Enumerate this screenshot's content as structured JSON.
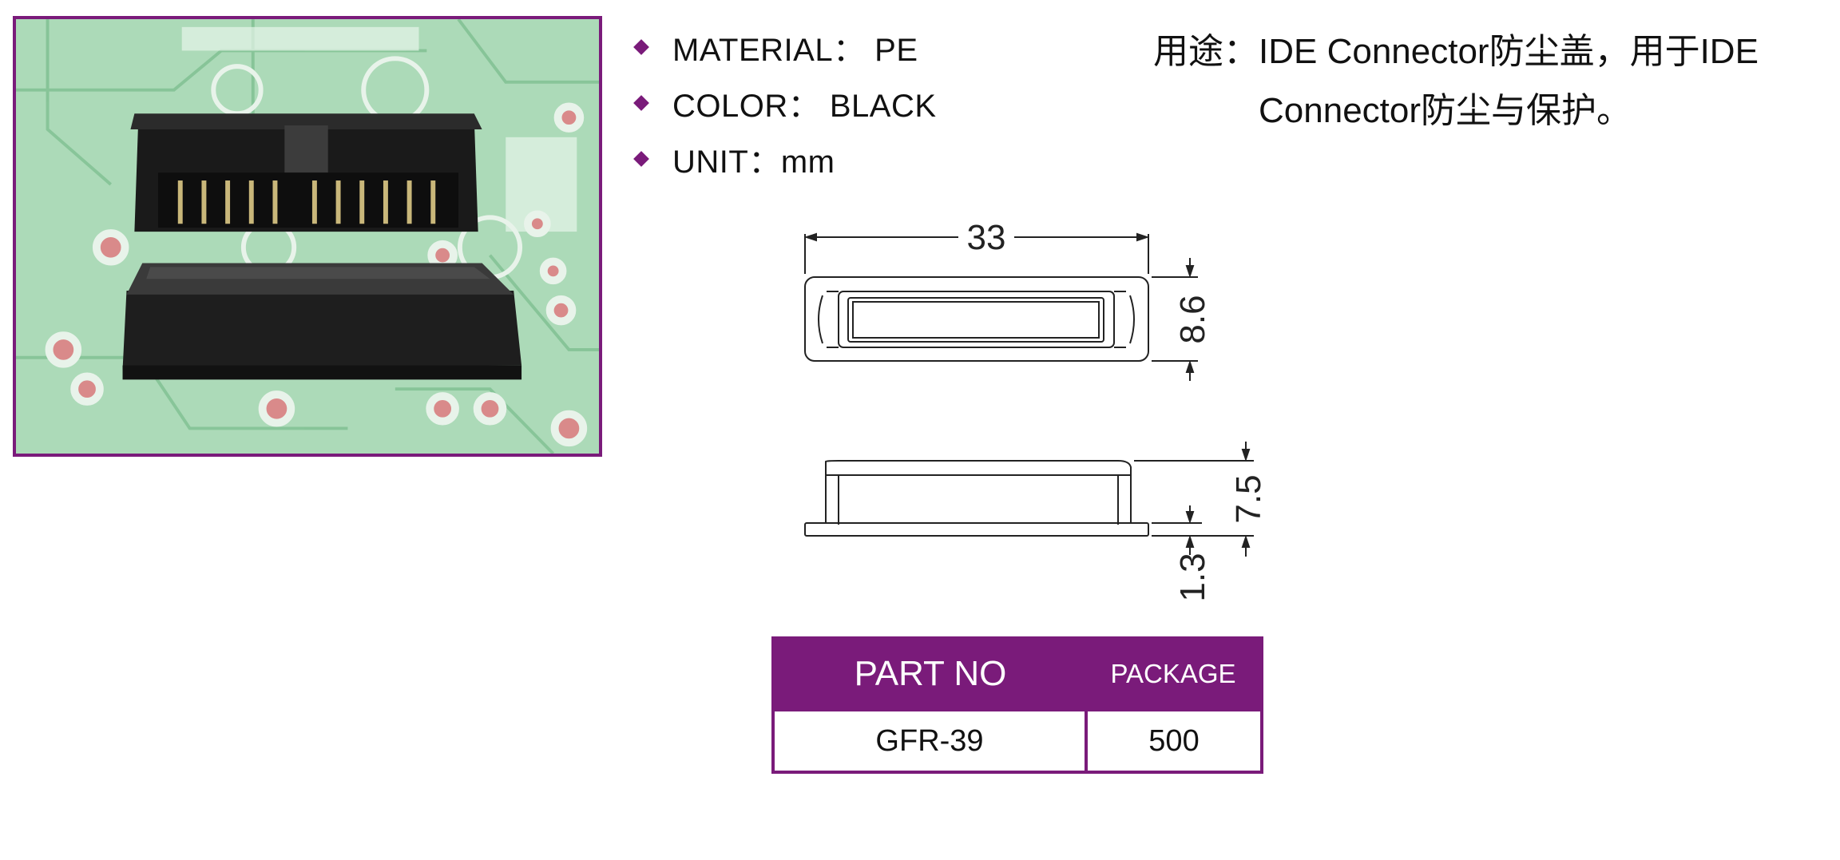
{
  "specs": [
    {
      "text": "MATERIAL： PE"
    },
    {
      "text": "COLOR： BLACK"
    },
    {
      "text": "UNIT：mm"
    }
  ],
  "usage": {
    "label": "用途：",
    "text": "IDE Connector防尘盖，用于IDE Connector防尘与保护。"
  },
  "drawing": {
    "width_dim": "33",
    "height_dim": "8.6",
    "total_height_dim": "7.5",
    "flange_dim": "1.3"
  },
  "table": {
    "headers": [
      "PART NO",
      "PACKAGE"
    ],
    "rows": [
      [
        "GFR-39",
        "500"
      ]
    ]
  },
  "colors": {
    "accent": "#7a1b7a"
  }
}
